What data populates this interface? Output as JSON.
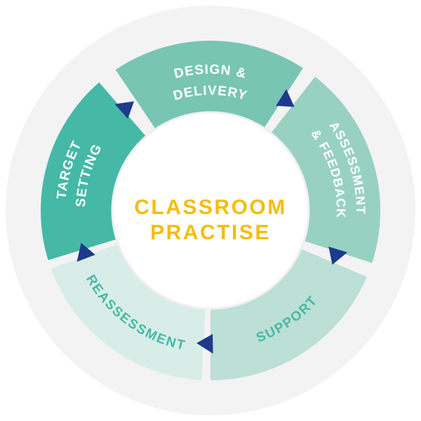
{
  "center": {
    "line1": "CLASSROOM",
    "line2": "PRACTISE"
  },
  "segments": [
    {
      "id": "target-setting",
      "lines": [
        "TARGET",
        "SETTING"
      ],
      "color": "#45b9a6",
      "text_color": "#ffffff"
    },
    {
      "id": "design-delivery",
      "lines": [
        "DESIGN &",
        "DELIVERY"
      ],
      "color": "#78c5b4",
      "text_color": "#ffffff"
    },
    {
      "id": "assessment-feedback",
      "lines": [
        "ASSESSMENT",
        "& FEEDBACK"
      ],
      "color": "#98d1c2",
      "text_color": "#ffffff"
    },
    {
      "id": "support",
      "lines": [
        "SUPPORT"
      ],
      "color": "#bcdfd6",
      "text_color": "#45b9a6"
    },
    {
      "id": "reassessment",
      "lines": [
        "REASSESSMENT"
      ],
      "color": "#d8ede8",
      "text_color": "#45b9a6"
    }
  ],
  "colors": {
    "ring": "#f3f3f3",
    "arrow": "#1f3a8c",
    "center_text": "#f4bd0c"
  }
}
